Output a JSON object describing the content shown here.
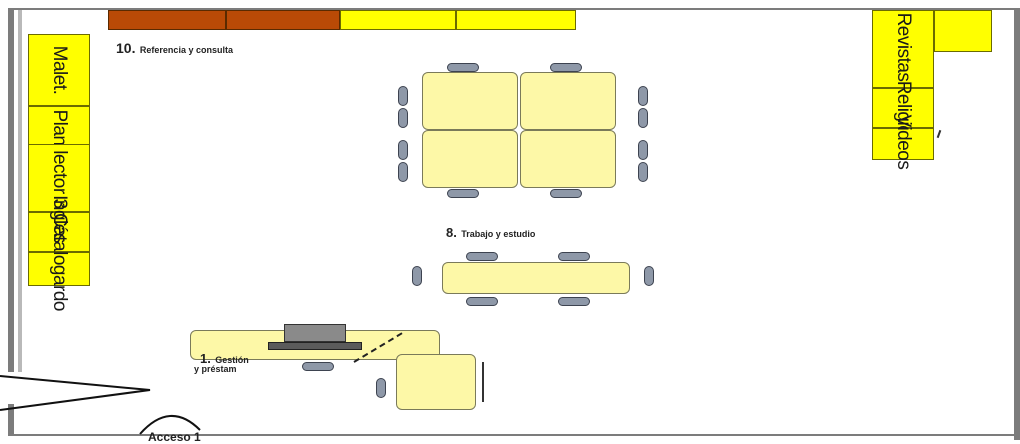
{
  "shelves": {
    "left": [
      "Malet.",
      "Plan lector 3",
      "Inglés",
      "Catalogardo"
    ],
    "right": [
      "Revistas",
      "Religió",
      "Videos"
    ]
  },
  "zones": {
    "referencia": {
      "number": "10.",
      "text": "Referencia y consulta"
    },
    "trabajo": {
      "number": "8.",
      "text": "Trabajo y estudio"
    },
    "gestion": {
      "number": "1.",
      "text": "Gestión",
      "line2": "y préstam"
    }
  },
  "access": "Acceso  1",
  "colors": {
    "shelf": "#ffff00",
    "table": "#fdf8a7",
    "top_shelf_dark": "#b94a06",
    "chair": "#8e98a8"
  }
}
